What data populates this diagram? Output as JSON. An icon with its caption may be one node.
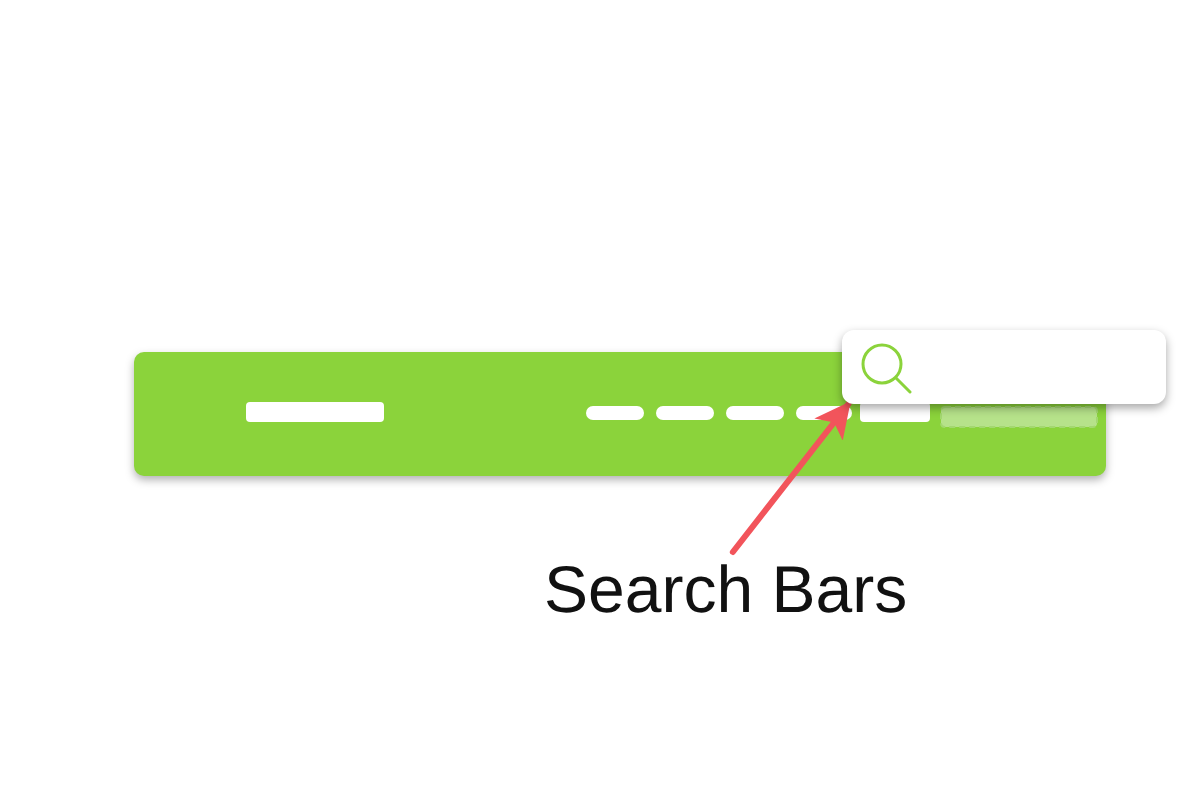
{
  "diagram": {
    "nodes": [
      {
        "text": [],
        "shape": "box"
      },
      {
        "text": [
          "Search Bars"
        ]
      }
    ],
    "edges": [
      {
        "from": 1,
        "to": 0,
        "arrow": "to",
        "color": "#f2545b"
      }
    ]
  }
}
